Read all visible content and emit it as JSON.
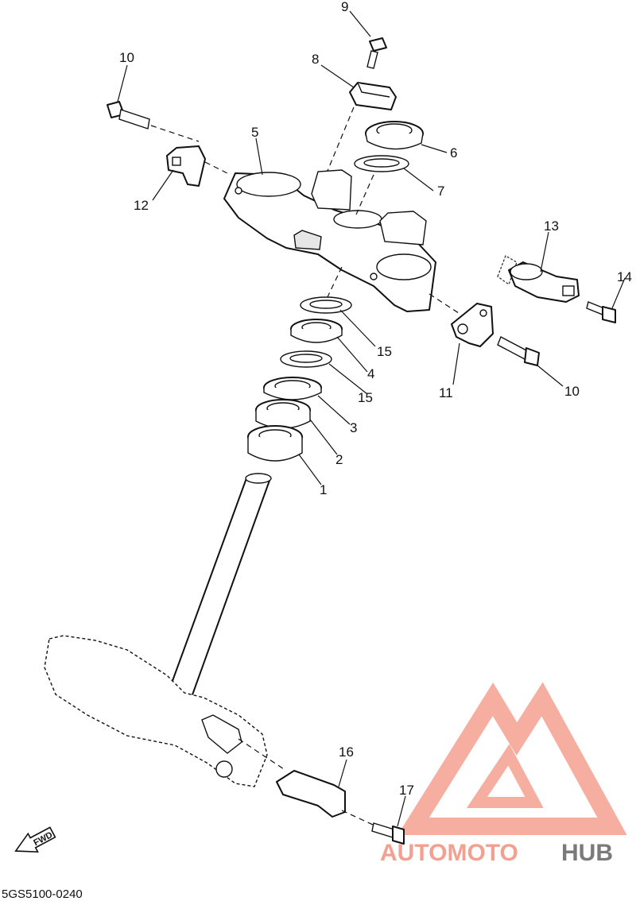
{
  "diagram": {
    "callouts": [
      {
        "id": "c9",
        "text": "9"
      },
      {
        "id": "c10a",
        "text": "10"
      },
      {
        "id": "c8",
        "text": "8"
      },
      {
        "id": "c5",
        "text": "5"
      },
      {
        "id": "c6",
        "text": "6"
      },
      {
        "id": "c7",
        "text": "7"
      },
      {
        "id": "c12",
        "text": "12"
      },
      {
        "id": "c13",
        "text": "13"
      },
      {
        "id": "c14",
        "text": "14"
      },
      {
        "id": "c15a",
        "text": "15"
      },
      {
        "id": "c4",
        "text": "4"
      },
      {
        "id": "c15b",
        "text": "15"
      },
      {
        "id": "c3",
        "text": "3"
      },
      {
        "id": "c2",
        "text": "2"
      },
      {
        "id": "c1",
        "text": "1"
      },
      {
        "id": "c11",
        "text": "11"
      },
      {
        "id": "c10b",
        "text": "10"
      },
      {
        "id": "c16",
        "text": "16"
      },
      {
        "id": "c17",
        "text": "17"
      }
    ],
    "direction_marker": "FWD",
    "drawing_code": "5GS5100-0240"
  },
  "watermark": {
    "word_part1": "AUTOMOTO",
    "word_part2": "HUB",
    "color_primary": "#f4a090",
    "color_secondary": "#7a7a7a"
  }
}
